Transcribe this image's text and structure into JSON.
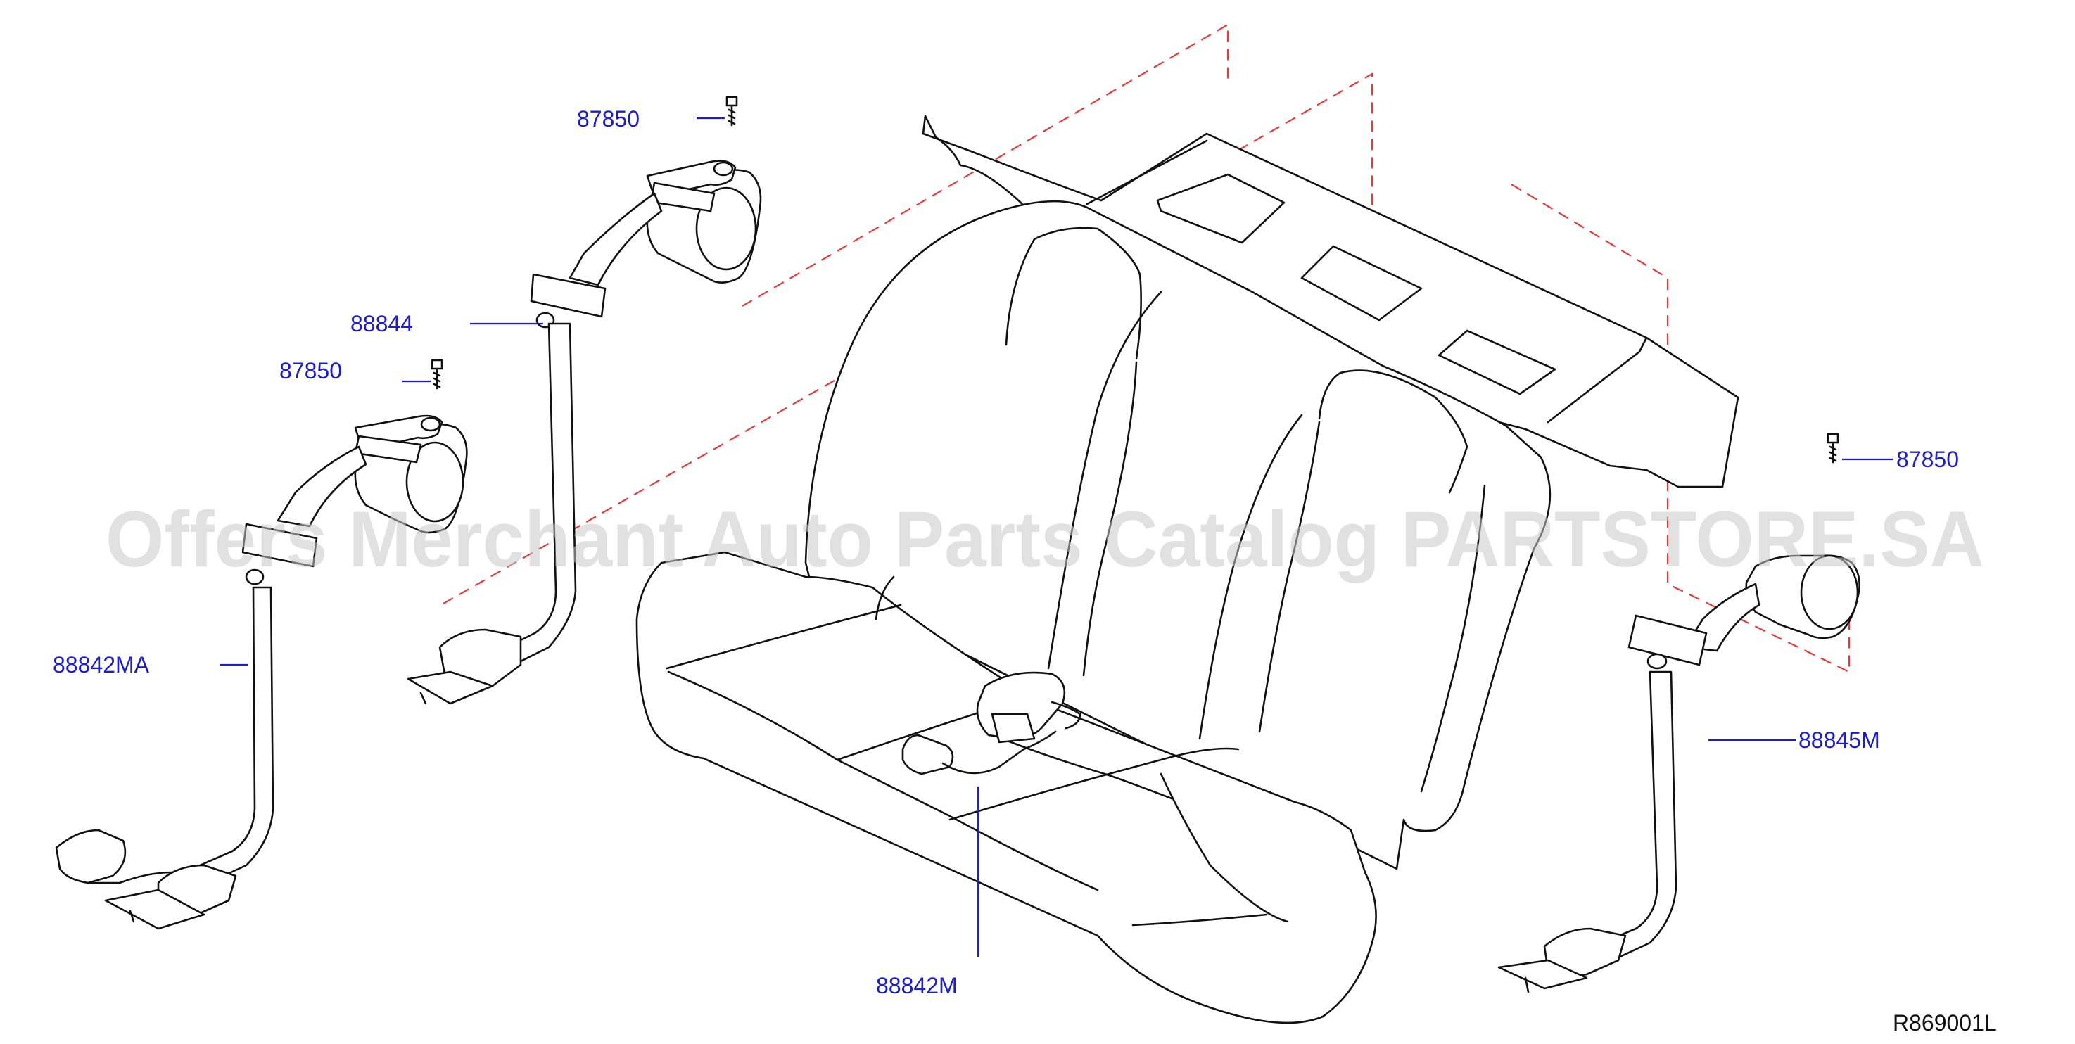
{
  "diagram_id": "R869001L",
  "watermark": "Offers Merchant Auto Parts Catalog PARTSTORE.SA",
  "colors": {
    "callout": "#1d1dcc",
    "phantom": "#e23b3b",
    "line": "#111111",
    "watermark": "#c8c8c8"
  },
  "callouts": {
    "bolt_left_upper": "87850",
    "belt_left_outer_upper": "88844",
    "bolt_left_lower": "87850",
    "belt_left_outer_lower": "88842MA",
    "bolt_right": "87850",
    "belt_right": "88845M",
    "buckle_center": "88842M"
  }
}
